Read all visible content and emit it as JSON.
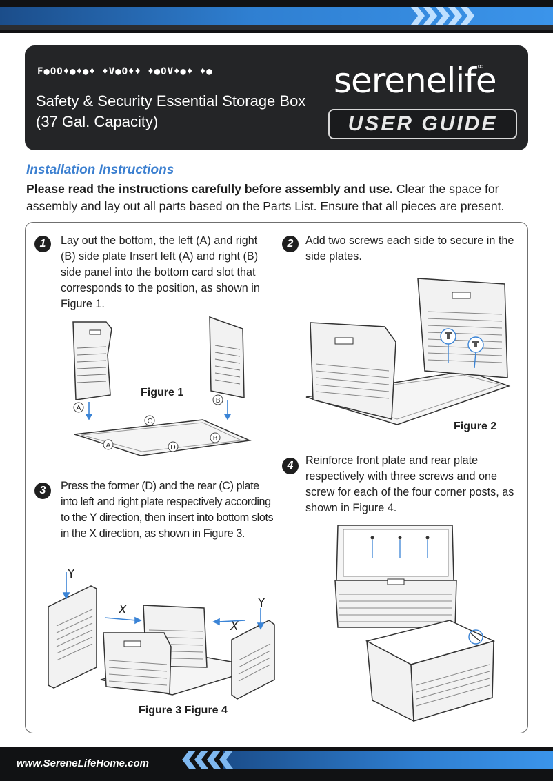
{
  "header": {
    "code": "F●OO♦●♦●♦ ♦V●O♦♦ ♦●OV♦●♦ ♦●",
    "title": "Safety & Security Essential Storage Box (37 Gal. Capacity)",
    "brand": "serenelife",
    "guide_label": "USER GUIDE"
  },
  "intro": {
    "heading": "Installation Instructions",
    "bold_text": "Please read the instructions carefully before assembly and use.",
    "rest_text": " Clear the space for assembly and lay out all parts based on the Parts List. Ensure that all pieces are present."
  },
  "steps": [
    {
      "number": "1",
      "text": "Lay out the bottom, the left (A) and right (B) side plate Insert left (A) and right (B) side panel into the bottom card slot that corresponds to the position, as shown in Figure 1."
    },
    {
      "number": "2",
      "text": "Add two screws each side to secure in the side plates."
    },
    {
      "number": "3",
      "text": "Press the former (D) and the rear (C) plate into left and right plate respectively according to the Y direction, then insert into bottom slots in the X direction, as shown in Figure 3."
    },
    {
      "number": "4",
      "text": "Reinforce front plate and rear plate respectively with three screws and one screw for each of the four corner posts, as shown in Figure 4."
    }
  ],
  "figures": {
    "fig1_label": "Figure 1",
    "fig2_label": "Figure 2",
    "fig34_label": "Figure 3 Figure 4",
    "part_labels": {
      "a": "A",
      "b": "B",
      "c": "C",
      "d": "D",
      "x": "X",
      "y": "Y"
    }
  },
  "colors": {
    "accent_blue": "#3b7fd0",
    "dark": "#242527",
    "arrow_blue": "#3b84d6"
  },
  "footer": {
    "url": "www.SereneLifeHome.com"
  }
}
